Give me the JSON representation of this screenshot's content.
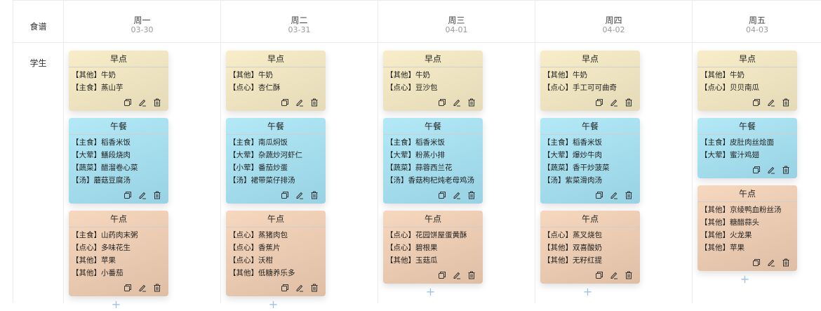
{
  "header": {
    "corner": "食谱",
    "row_label": "学生"
  },
  "days": [
    {
      "name": "周一",
      "date": "03-30",
      "meals": [
        {
          "type": "breakfast",
          "title": "早点",
          "items": [
            "【其他】牛奶",
            "【主食】蒸山芋"
          ]
        },
        {
          "type": "lunch",
          "title": "午餐",
          "items": [
            "【主食】稻香米饭",
            "【大荤】鳝段烧肉",
            "【蔬菜】醋溜卷心菜",
            "【汤】蘑菇豆腐汤"
          ]
        },
        {
          "type": "snack",
          "title": "午点",
          "items": [
            "【主食】山药肉末粥",
            "【点心】多味花生",
            "【其他】苹果",
            "【其他】小番茄"
          ]
        }
      ]
    },
    {
      "name": "周二",
      "date": "03-31",
      "meals": [
        {
          "type": "breakfast",
          "title": "早点",
          "items": [
            "【其他】牛奶",
            "【点心】杏仁酥"
          ]
        },
        {
          "type": "lunch",
          "title": "午餐",
          "items": [
            "【主食】南瓜焖饭",
            "【大荤】杂蔬炒河虾仁",
            "【小荤】番茄炒蛋",
            "【汤】裙带菜仔排汤"
          ]
        },
        {
          "type": "snack",
          "title": "午点",
          "items": [
            "【点心】蒸猪肉包",
            "【点心】香蕉片",
            "【点心】沃柑",
            "【其他】低糖养乐多"
          ]
        }
      ]
    },
    {
      "name": "周三",
      "date": "04-01",
      "meals": [
        {
          "type": "breakfast",
          "title": "早点",
          "items": [
            "【其他】牛奶",
            "【点心】豆沙包"
          ]
        },
        {
          "type": "lunch",
          "title": "午餐",
          "items": [
            "【主食】稻香米饭",
            "【大荤】粉蒸小排",
            "【蔬菜】蒜蓉西兰花",
            "【汤】香菇枸杞炖老母鸡汤"
          ]
        },
        {
          "type": "snack",
          "title": "午点",
          "items": [
            "【点心】花园饼屋蛋黄酥",
            "【点心】碧根果",
            "【其他】玉菇瓜"
          ]
        }
      ]
    },
    {
      "name": "周四",
      "date": "04-02",
      "meals": [
        {
          "type": "breakfast",
          "title": "早点",
          "items": [
            "【其他】牛奶",
            "【点心】手工可可曲奇"
          ]
        },
        {
          "type": "lunch",
          "title": "午餐",
          "items": [
            "【主食】稻香米饭",
            "【大荤】爆炒牛肉",
            "【蔬菜】香干炒菠菜",
            "【汤】紫菜滑肉汤"
          ]
        },
        {
          "type": "snack",
          "title": "午点",
          "items": [
            "【点心】蒸叉烧包",
            "【其他】双喜酸奶",
            "【其他】无籽红提"
          ]
        }
      ]
    },
    {
      "name": "周五",
      "date": "04-03",
      "meals": [
        {
          "type": "breakfast",
          "title": "早点",
          "items": [
            "【其他】牛奶",
            "【点心】贝贝南瓜"
          ]
        },
        {
          "type": "lunch",
          "title": "午餐",
          "items": [
            "【主食】皮肚肉丝烩面",
            "【大荤】蜜汁鸡翅"
          ]
        },
        {
          "type": "snack",
          "title": "午点",
          "items": [
            "【其他】京绫鸭血粉丝汤",
            "【其他】糖醋蒜头",
            "【其他】火龙果",
            "【其他】苹果"
          ]
        }
      ]
    }
  ],
  "add_label": "+"
}
